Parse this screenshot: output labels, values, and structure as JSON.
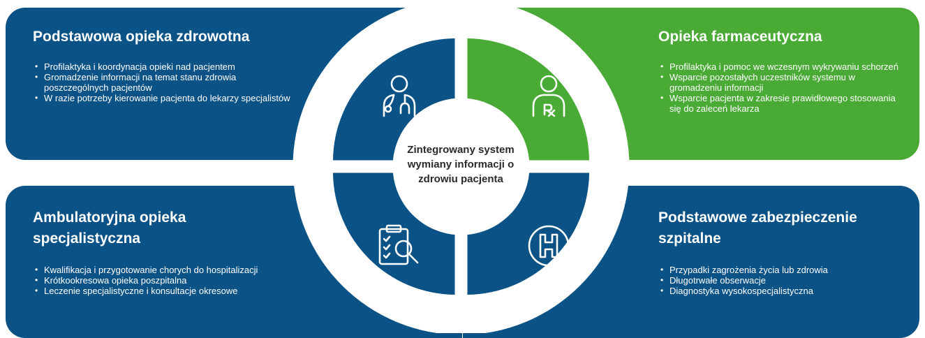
{
  "center": {
    "title": "Zintegrowany system wymiany informacji o zdrowiu pacjenta"
  },
  "colors": {
    "blue": "#0b5286",
    "green": "#4aaa36",
    "ring": "#ffffff"
  },
  "panels": {
    "top_left": {
      "title": "Podstawowa opieka zdrowotna",
      "icon": "doctor-stethoscope-icon",
      "items": [
        "Profilaktyka i koordynacja opieki nad pacjentem",
        "Gromadzenie informacji na temat stanu zdrowia poszczególnych pacjentów",
        "W razie potrzeby kierowanie pacjenta do lekarzy specjalistów"
      ]
    },
    "top_right": {
      "title": "Opieka farmaceutyczna",
      "icon": "pharmacist-rx-icon",
      "items": [
        "Profilaktyka i pomoc we wczesnym wykrywaniu schorzeń",
        "Wsparcie pozostałych uczestników systemu w gromadzeniu informacji",
        "Wsparcie pacjenta w zakresie prawidłowego stosowania się do zaleceń lekarza"
      ]
    },
    "bottom_left": {
      "title": "Ambulatoryjna opieka specjalistyczna",
      "icon": "clipboard-magnifier-icon",
      "items": [
        "Kwalifikacja i przygotowanie chorych do hospitalizacji",
        "Krótkookresowa opieka poszpitalna",
        "Leczenie specjalistyczne i konsultacje okresowe"
      ]
    },
    "bottom_right": {
      "title": "Podstawowe zabezpieczenie szpitalne",
      "icon": "hospital-h-icon",
      "items": [
        "Przypadki zagrożenia życia lub zdrowia",
        "Długotrwałe obserwacje",
        "Diagnostyka wysokospecjalistyczna"
      ]
    }
  }
}
